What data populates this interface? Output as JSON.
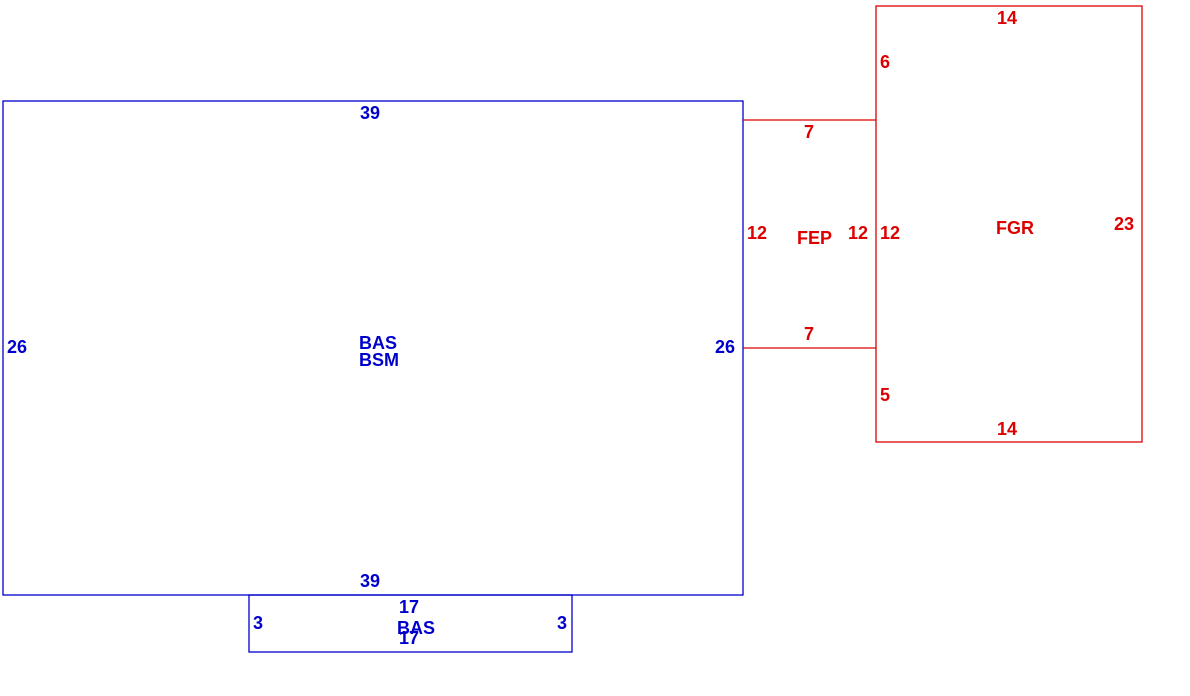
{
  "colors": {
    "main_structure": "#0000cc",
    "attached_structure": "#dd0000"
  },
  "main_building": {
    "codes": [
      "BAS",
      "BSM"
    ],
    "dimensions": {
      "top": "39",
      "bottom": "39",
      "left": "26",
      "right": "26"
    }
  },
  "bump_out": {
    "code": "BAS",
    "dimensions": {
      "top": "17",
      "bottom": "17",
      "left": "3",
      "right": "3"
    }
  },
  "porch": {
    "code": "FEP",
    "dimensions": {
      "top": "7",
      "bottom": "7",
      "left": "12",
      "right": "12"
    }
  },
  "garage": {
    "code": "FGR",
    "dimensions": {
      "top": "14",
      "bottom": "14",
      "left_upper": "6",
      "left_middle": "12",
      "left_lower": "5",
      "right": "23"
    }
  }
}
